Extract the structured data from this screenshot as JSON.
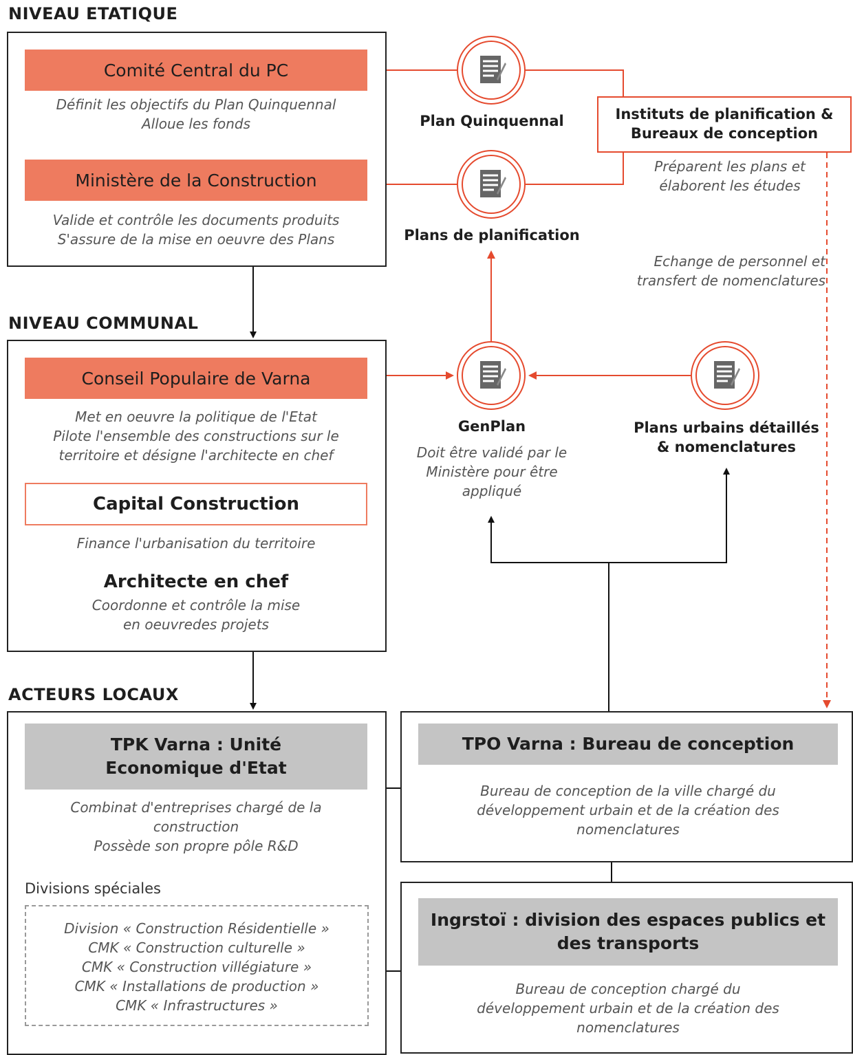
{
  "colors": {
    "accent": "#ee7b5f",
    "accent_line": "#e54a2e",
    "gray": "#c4c4c4",
    "dark": "#222222"
  },
  "sections": {
    "etatique": "NIVEAU ETATIQUE",
    "communal": "NIVEAU COMMUNAL",
    "locaux": "ACTEURS LOCAUX"
  },
  "etatique": {
    "comite": {
      "title": "Comité Central du PC",
      "desc": "Définit les objectifs du Plan Quinquennal\nAlloue les fonds"
    },
    "ministere": {
      "title": "Ministère de la Construction",
      "desc": "Valide et contrôle les documents produits\nS'assure de la mise en oeuvre des Plans"
    }
  },
  "communal": {
    "conseil": {
      "title": "Conseil Populaire de Varna",
      "desc": "Met en oeuvre la politique de l'Etat\nPilote l'ensemble des constructions sur le\nterritoire et désigne l'architecte en chef"
    },
    "capital": {
      "title": "Capital Construction",
      "desc": "Finance l'urbanisation du territoire"
    },
    "architecte": {
      "title": "Architecte en chef",
      "desc": "Coordonne et contrôle la mise\nen oeuvredes projets"
    }
  },
  "documents": {
    "plan_quinquennal": {
      "label": "Plan Quinquennal",
      "icon": "document-icon"
    },
    "plans_planification": {
      "label": "Plans de planification",
      "icon": "document-icon"
    },
    "genplan": {
      "label": "GenPlan",
      "desc": "Doit être validé par le\nMinistère pour être\nappliqué",
      "icon": "document-icon"
    },
    "plans_urbains": {
      "label": "Plans urbains détaillés\n& nomenclatures",
      "icon": "document-icon"
    }
  },
  "instituts": {
    "title": "Instituts de planification &\nBureaux de conception",
    "desc": "Préparent les plans et\nélaborent les études",
    "exchange": "Echange de personnel et\ntransfert de nomenclatures"
  },
  "locaux": {
    "tpk": {
      "title": "TPK Varna : Unité\nEconomique d'Etat",
      "desc": "Combinat d'entreprises chargé de la\nconstruction\nPossède son propre pôle R&D"
    },
    "divisions_title": "Divisions spéciales",
    "divisions": [
      "Division « Construction Résidentielle »",
      "CMK « Construction culturelle »",
      "CMK « Construction villégiature »",
      "CMK « Installations de production »",
      "CMK « Infrastructures »"
    ],
    "tpo": {
      "title": "TPO Varna : Bureau de conception",
      "desc": "Bureau de conception de la ville chargé du\ndéveloppement urbain et de la création des\nnomenclatures"
    },
    "ingrstoi": {
      "title": "Ingrstoï : division des espaces publics et\ndes transports",
      "desc": "Bureau de conception chargé du\ndéveloppement urbain et de la création des\nnomenclatures"
    }
  }
}
